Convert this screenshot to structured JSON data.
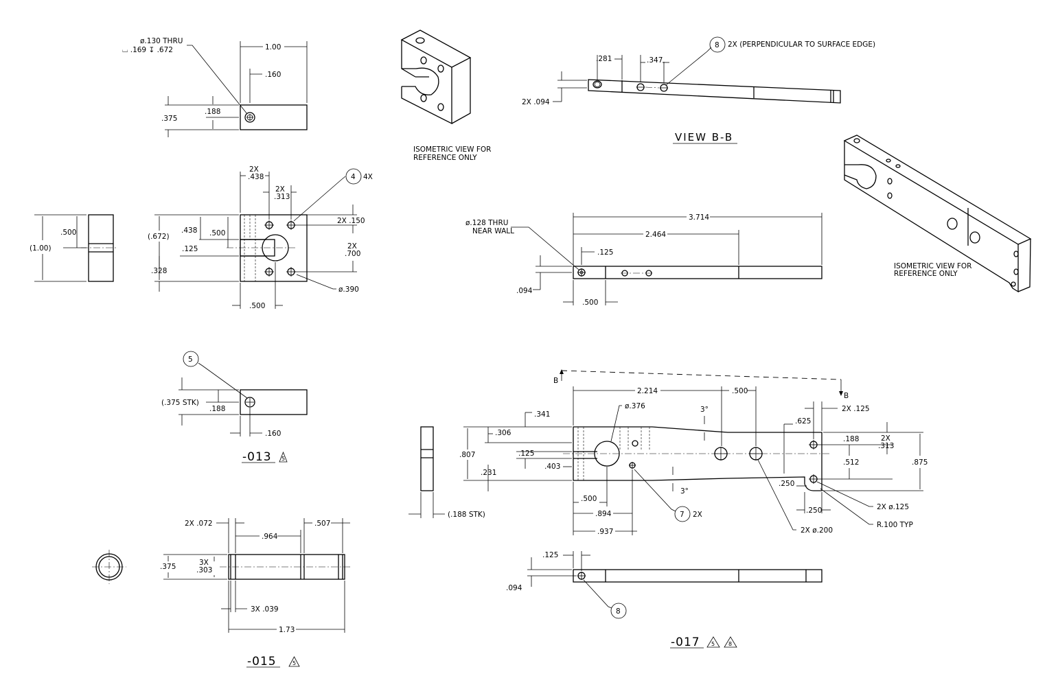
{
  "views": {
    "v013_top": {
      "callout_thru": "ø.130 THRU",
      "callout_cbore": "⌴ .169 ↧ .672",
      "dim_width": "1.00",
      "dim_hole_x": ".160",
      "dim_hole_y": ".188",
      "dim_height": ".375"
    },
    "v013_front": {
      "dim_2x_a": "2X",
      "dim_438": ".438",
      "dim_2x_b": "2X",
      "dim_313": ".313",
      "balloon": "4",
      "balloon_qty": "4X",
      "dim_150": "2X .150",
      "dim_700_2x": "2X",
      "dim_700": ".700",
      "dim_672": "(.672)",
      "dim_438_side": ".438",
      "dim_500_side": ".500",
      "dim_125": ".125",
      "dim_328": ".328",
      "dim_500_bottom": ".500",
      "dim_390": "ø.390"
    },
    "v013_side": {
      "dim_500": ".500",
      "dim_100": "(1.00)"
    },
    "v013_bottom": {
      "balloon": "5",
      "dim_stk": "(.375 STK)",
      "dim_188": ".188",
      "dim_160": ".160",
      "label": "-013",
      "rev": "5"
    },
    "v015": {
      "dim_072": "2X .072",
      "dim_964": ".964",
      "dim_507": ".507",
      "dim_375": ".375",
      "dim_303_a": "3X",
      "dim_303": ".303",
      "dim_039": "3X .039",
      "dim_173": "1.73",
      "label": "-015",
      "rev": "5"
    },
    "iso1": {
      "note": "ISOMETRIC VIEW FOR",
      "note2": "REFERENCE ONLY"
    },
    "viewbb": {
      "dim_281": ".281",
      "dim_347": ".347",
      "balloon": "8",
      "note": "2X (PERPENDICULAR TO SURFACE EDGE)",
      "dim_094": "2X .094",
      "title": "VIEW B-B"
    },
    "iso2": {
      "note": "ISOMETRIC VIEW FOR",
      "note2": "REFERENCE ONLY"
    },
    "v017_top": {
      "dim_3714": "3.714",
      "dim_2464": "2.464",
      "callout": "ø.128 THRU",
      "callout2": "NEAR WALL",
      "dim_125": ".125",
      "dim_094": ".094",
      "dim_500": ".500"
    },
    "v017_front": {
      "section_b1": "B",
      "section_b2": "B",
      "dim_2214": "2.214",
      "dim_500_top": ".500",
      "dim_376": "ø.376",
      "ang_top": "3°",
      "dim_2x125": "2X .125",
      "dim_341": ".341",
      "dim_625": ".625",
      "dim_306": ".306",
      "dim_188": ".188",
      "dim_313_2x": "2X",
      "dim_313": ".313",
      "dim_807": ".807",
      "dim_125_slot": ".125",
      "dim_512": ".512",
      "dim_875": ".875",
      "dim_403": ".403",
      "dim_231": ".231",
      "dim_250": ".250",
      "ang_bot": "3°",
      "dim_500_bot": ".500",
      "dim_894": ".894",
      "balloon": "7",
      "balloon_qty": "2X",
      "dim_250_b": ".250",
      "dim_2x_dia125": "2X ø.125",
      "dim_937": ".937",
      "dim_2x_dia200": "2X ø.200",
      "dim_r100": "R.100 TYP",
      "dim_stk": "(.188 STK)"
    },
    "v017_bottom": {
      "dim_125": ".125",
      "dim_094": ".094",
      "balloon": "8",
      "label": "-017",
      "rev1": "5",
      "rev2": "8"
    }
  }
}
